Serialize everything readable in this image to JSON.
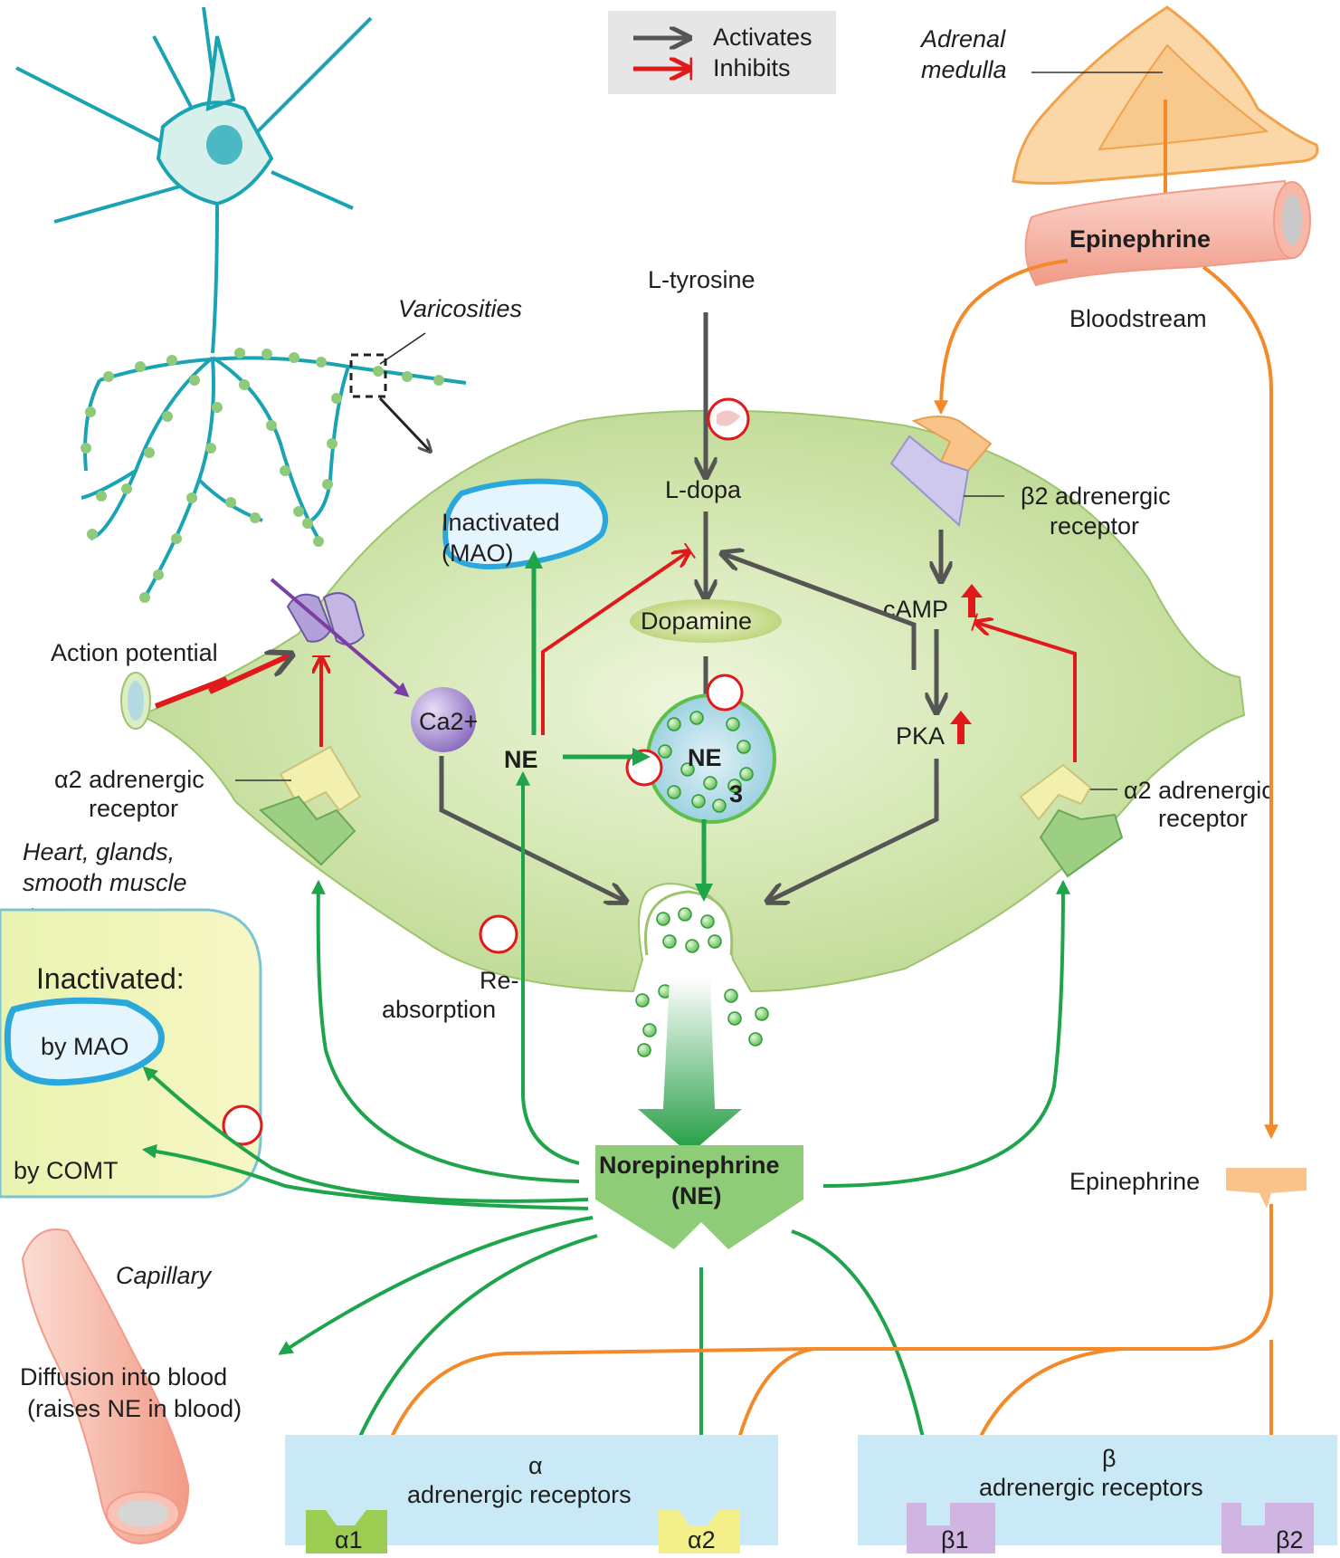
{
  "legend": {
    "activates": "Activates",
    "inhibits": "Inhibits",
    "activates_color": "#555555",
    "inhibits_color": "#e0191b"
  },
  "labels": {
    "adrenal_line1": "Adrenal",
    "adrenal_line2": "medulla",
    "epinephrine_top": "Epinephrine",
    "bloodstream": "Bloodstream",
    "l_tyrosine": "L-tyrosine",
    "l_dopa": "L-dopa",
    "dopamine": "Dopamine",
    "varicosities": "Varicosities",
    "inactivated_mao_line1": "Inactivated",
    "inactivated_mao_line2": "(MAO)",
    "beta2_receptor_line1": "β2 adrenergic",
    "beta2_receptor_line2": "receptor",
    "camp": "cAMP",
    "pka": "PKA",
    "action_potential": "Action potential",
    "ca": "Ca2+",
    "ne_cyto": "NE",
    "ne_vesicle": "NE",
    "vesicle_number": "3",
    "alpha2_left_line1": "α2 adrenergic",
    "alpha2_left_line2": "receptor",
    "alpha2_right_line1": "α2 adrenergic",
    "alpha2_right_line2": "receptor",
    "heart_line1": "Heart, glands,",
    "heart_line2": "smooth muscle",
    "inactivated_box": "Inactivated:",
    "by_mao": "by MAO",
    "by_comt": "by COMT",
    "reabsorption_line1": "Re-",
    "reabsorption_line2": "absorption",
    "norepinephrine_line1": "Norepinephrine",
    "norepinephrine_line2": "(NE)",
    "epinephrine_right": "Epinephrine",
    "capillary": "Capillary",
    "diffusion_line1": "Diffusion into blood",
    "diffusion_line2": "(raises NE in blood)",
    "alpha_box_line1": "α",
    "alpha_box_line2": "adrenergic receptors",
    "beta_box_line1": "β",
    "beta_box_line2": "adrenergic receptors",
    "alpha1": "α1",
    "alpha2": "α2",
    "beta1": "β1",
    "beta2": "β2"
  },
  "colors": {
    "neuron": "#1aa3b3",
    "terminal": "#c9e0a4",
    "ne_green": "#20a84a",
    "epinephrine_orange": "#f28a2a",
    "receptor_box": "#c8e9f5"
  }
}
